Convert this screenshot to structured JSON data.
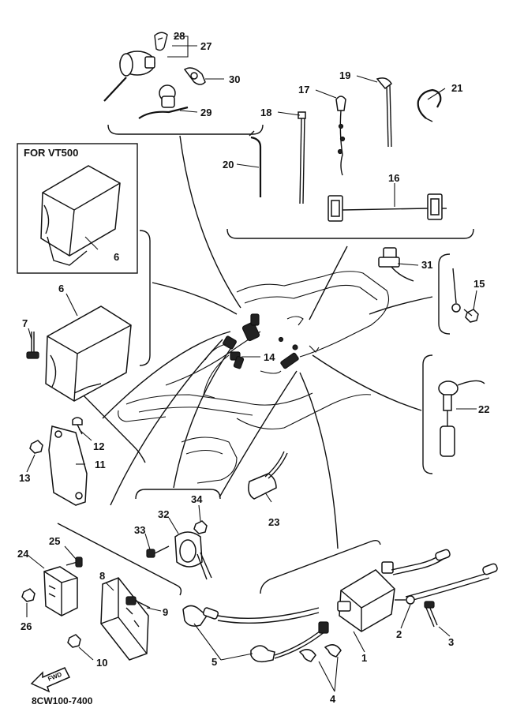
{
  "inset": {
    "title": "FOR VT500"
  },
  "diagram_code": "8CW100-7400",
  "fwd_mark": "FWD",
  "callouts": {
    "c1": "1",
    "c2": "2",
    "c3": "3",
    "c4": "4",
    "c5": "5",
    "c6a": "6",
    "c6b": "6",
    "c7": "7",
    "c8": "8",
    "c9": "9",
    "c10": "10",
    "c11": "11",
    "c12": "12",
    "c13": "13",
    "c14": "14",
    "c15": "15",
    "c16": "16",
    "c17": "17",
    "c18": "18",
    "c19": "19",
    "c20": "20",
    "c21": "21",
    "c22": "22",
    "c23": "23",
    "c24": "24",
    "c25": "25",
    "c26": "26",
    "c27": "27",
    "c28": "28",
    "c29": "29",
    "c30": "30",
    "c31": "31",
    "c32": "32",
    "c33": "33",
    "c34": "34"
  }
}
